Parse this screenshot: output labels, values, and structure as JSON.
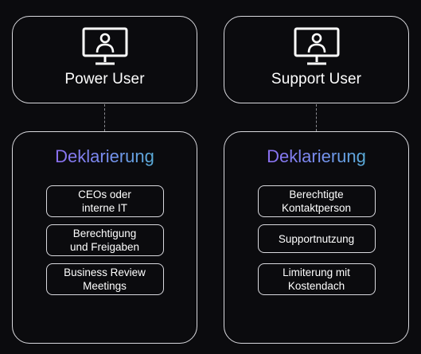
{
  "columns": [
    {
      "user_label": "Power User",
      "icon": "monitor-user-icon",
      "section_title": "Deklarierung",
      "items": [
        "CEOs oder\ninterne IT",
        "Berechtigung\nund Freigaben",
        "Business Review\nMeetings"
      ]
    },
    {
      "user_label": "Support User",
      "icon": "monitor-user-icon",
      "section_title": "Deklarierung",
      "items": [
        "Berechtigte\nKontaktperson",
        "Supportnutzung",
        "Limiterung mit\nKostendach"
      ]
    }
  ],
  "colors": {
    "background": "#0b0b0e",
    "border": "#d9d9de",
    "gradient_start": "#9a55f0",
    "gradient_mid": "#7a8ef2",
    "gradient_end": "#3ec7c4"
  }
}
